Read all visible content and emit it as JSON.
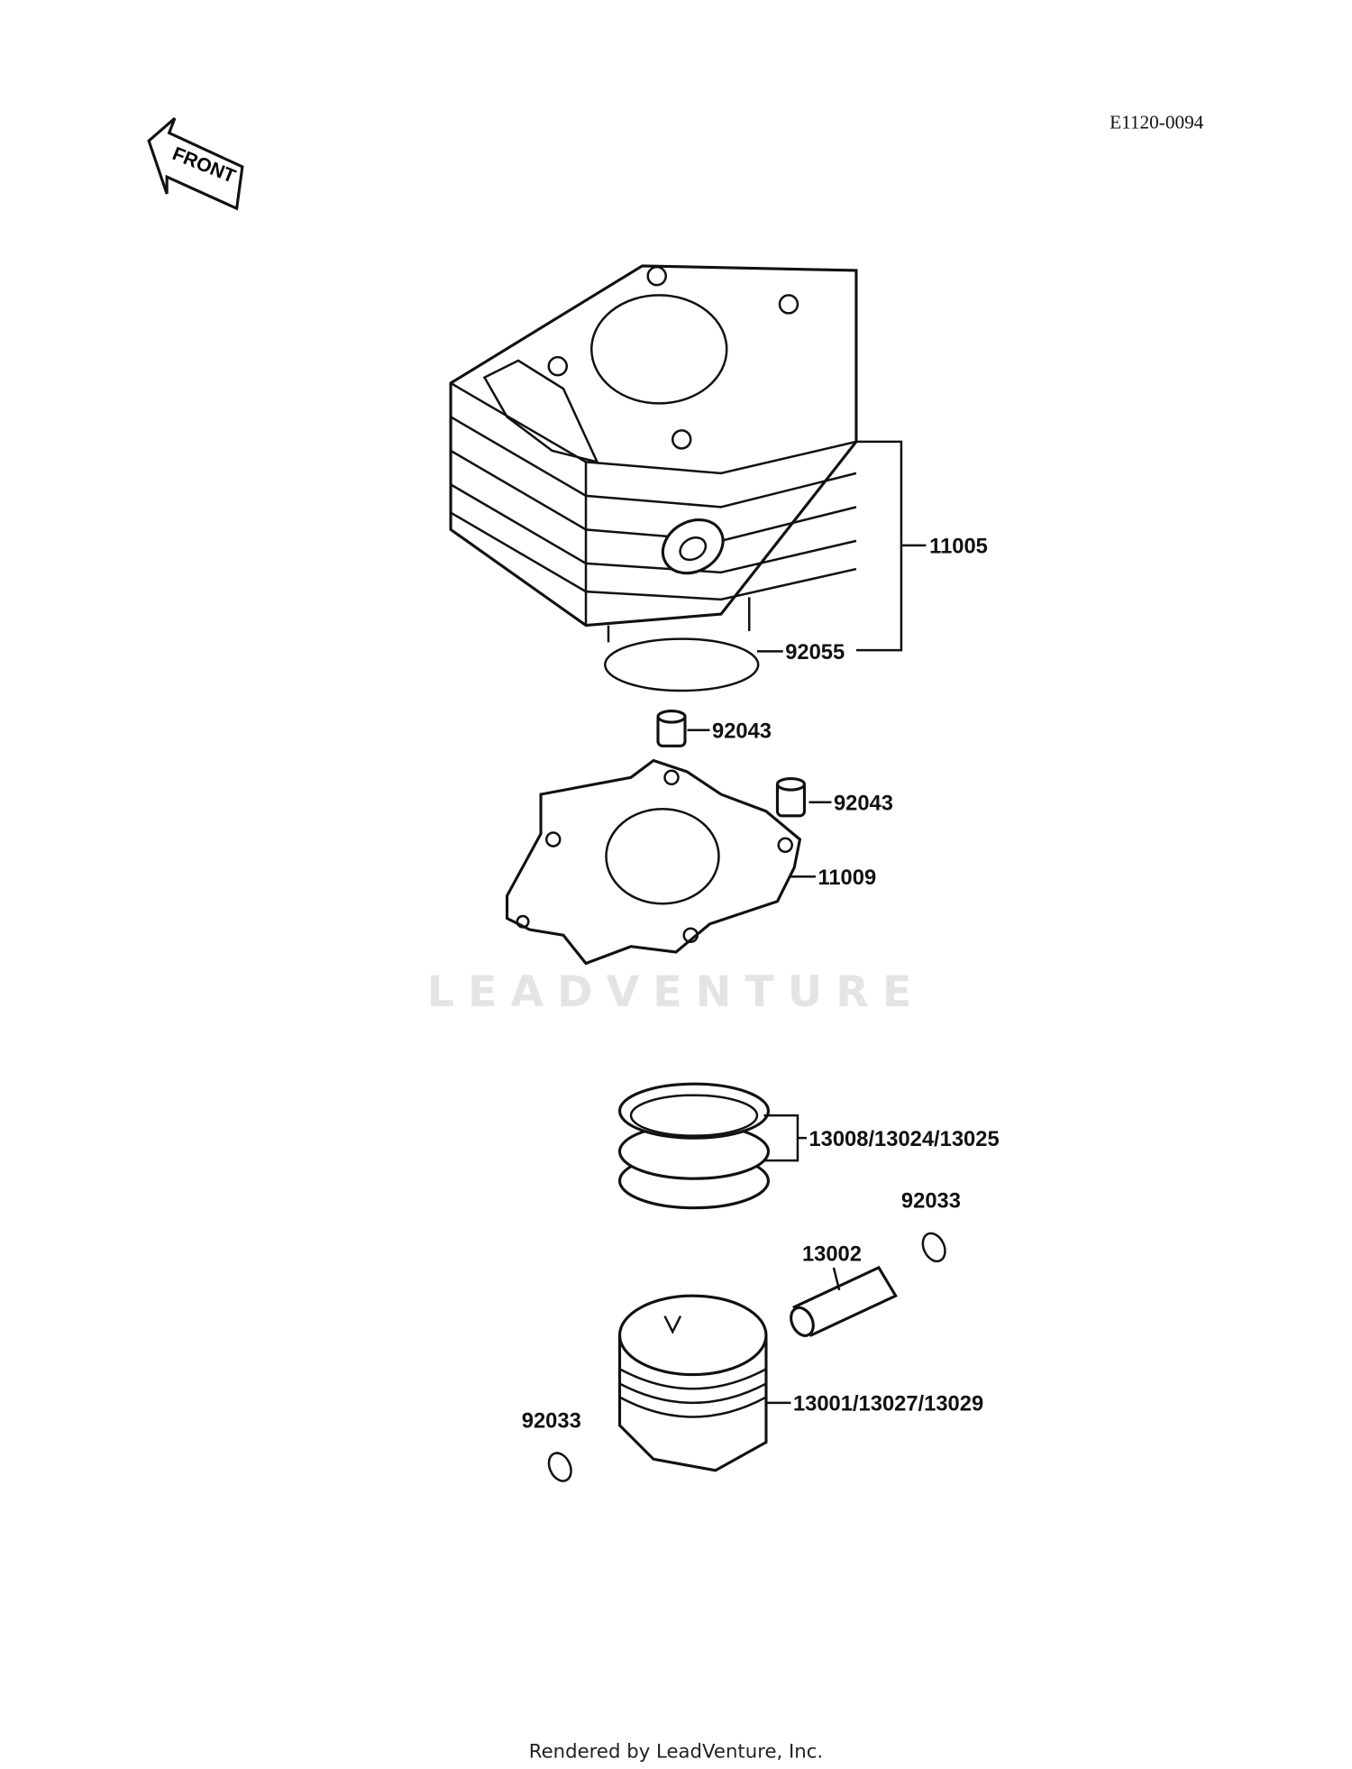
{
  "diagram_code": "E1120-0094",
  "front_label": "FRONT",
  "watermark": "LEADVENTURE",
  "footer": "Rendered by LeadVenture, Inc.",
  "callouts": {
    "cylinder": "11005",
    "o_ring": "92055",
    "dowel_pin_1": "92043",
    "dowel_pin_2": "92043",
    "gasket": "11009",
    "piston_rings": "13008/13024/13025",
    "snap_ring_right": "92033",
    "piston_pin": "13002",
    "piston": "13001/13027/13029",
    "snap_ring_left": "92033"
  }
}
